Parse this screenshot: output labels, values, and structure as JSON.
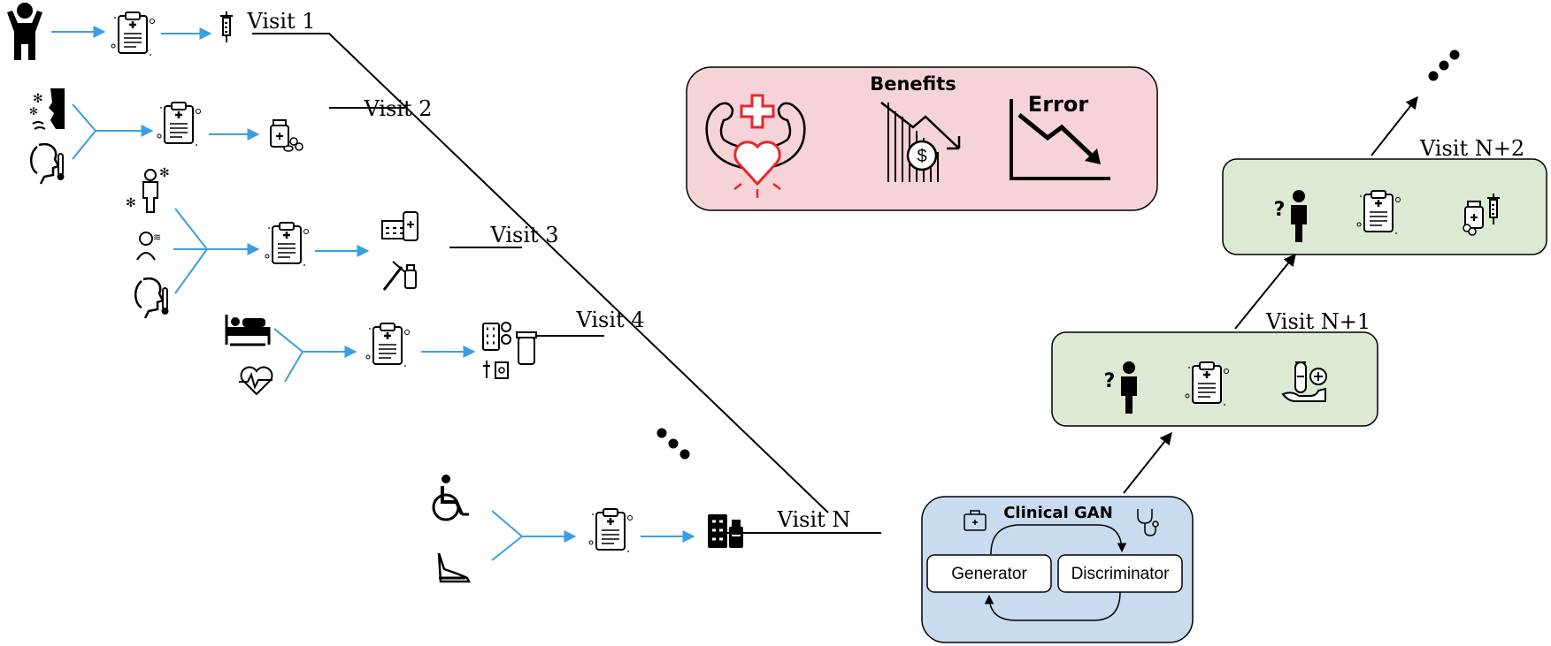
{
  "timeline": {
    "visit_1": "Visit 1",
    "visit_2": "Visit 2",
    "visit_3": "Visit 3",
    "visit_4": "Visit 4",
    "visit_n": "Visit N",
    "visit_n1": "Visit N+1",
    "visit_n2": "Visit N+2"
  },
  "benefits": {
    "title": "Benefits",
    "error_label": "Error",
    "colors": {
      "fill": "#f5d3d8",
      "accent": "#e8262d"
    }
  },
  "gan": {
    "title": "Clinical GAN",
    "generator": "Generator",
    "discriminator": "Discriminator",
    "colors": {
      "fill": "#c9dbef"
    }
  },
  "prediction": {
    "unknown_mark": "?",
    "colors": {
      "fill": "#dce9d3"
    }
  },
  "colors": {
    "arrow": "#3a9ee4",
    "line": "#000000"
  }
}
